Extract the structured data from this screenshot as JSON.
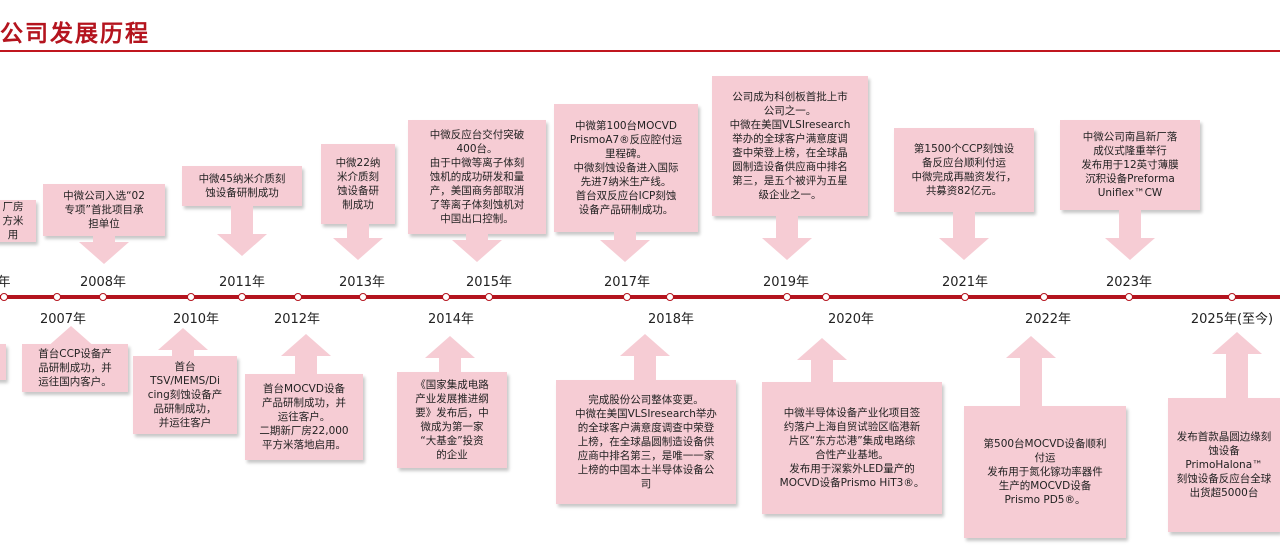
{
  "page": {
    "title": "公司发展历程"
  },
  "timeline": {
    "years_top": [
      "年",
      "2008年",
      "2011年",
      "2013年",
      "2015年",
      "2017年",
      "2019年",
      "2021年",
      "2023年"
    ],
    "years_bottom": [
      "2007年",
      "2010年",
      "2012年",
      "2014年",
      "2018年",
      "2020年",
      "2022年",
      "2025年(至今)"
    ]
  },
  "events_top": [
    {
      "year": "年",
      "text": "厂房\n方米\n用"
    },
    {
      "year": "2008年",
      "text": "中微公司入选“02\n专项”首批项目承\n担单位"
    },
    {
      "year": "2011年",
      "text": "中微45纳米介质刻\n蚀设备研制成功"
    },
    {
      "year": "2013年",
      "text": "中微22纳\n米介质刻\n蚀设备研\n制成功"
    },
    {
      "year": "2015年",
      "text": "中微反应台交付突破\n400台。\n由于中微等离子体刻\n蚀机的成功研发和量\n产，美国商务部取消\n了等离子体刻蚀机对\n中国出口控制。"
    },
    {
      "year": "2017年",
      "text": "中微第100台MOCVD\nPrismoA7®反应腔付运\n里程碑。\n中微刻蚀设备进入国际\n先进7纳米生产线。\n首台双反应台ICP刻蚀\n设备产品研制成功。"
    },
    {
      "year": "2019年",
      "text": "公司成为科创板首批上市\n公司之一。\n中微在美国VLSIresearch\n举办的全球客户满意度调\n查中荣登上榜，在全球晶\n圆制造设备供应商中排名\n第三，是五个被评为五星\n级企业之一。"
    },
    {
      "year": "2021年",
      "text": "第1500个CCP刻蚀设\n备反应台顺利付运\n中微完成再融资发行，\n共募资82亿元。"
    },
    {
      "year": "2023年",
      "text": "中微公司南昌新厂落\n成仪式隆重举行\n发布用于12英寸薄膜\n沉积设备Preforma\nUniflex™CW"
    }
  ],
  "events_bottom": [
    {
      "year": "2007年",
      "text": "首台CCP设备产\n品研制成功，并\n运往国内客户。"
    },
    {
      "year": "2010年",
      "text": "首台\nTSV/MEMS/Di\ncing刻蚀设备产\n品研制成功，\n并运往客户"
    },
    {
      "year": "2012年",
      "text": "首台MOCVD设备\n产品研制成功，并\n运往客户。\n二期新厂房22,000\n平方米落地启用。"
    },
    {
      "year": "2014年",
      "text": "《国家集成电路\n产业发展推进纲\n要》发布后，中\n微成为第一家\n“大基金”投资\n的企业"
    },
    {
      "year": "2018年",
      "text": "完成股份公司整体变更。\n中微在美国VLSIresearch举办\n的全球客户满意度调查中荣登\n上榜，在全球晶圆制造设备供\n应商中排名第三，是唯一一家\n上榜的中国本土半导体设备公\n司"
    },
    {
      "year": "2020年",
      "text": "中微半导体设备产业化项目签\n约落户上海自贸试验区临港新\n片区“东方芯港”集成电路综\n合性产业基地。\n发布用于深紫外LED量产的\nMOCVD设备Prismo HiT3®。"
    },
    {
      "year": "2022年",
      "text": "第500台MOCVD设备顺利\n付运\n发布用于氮化镓功率器件\n生产的MOCVD设备\nPrismo PD5®。"
    },
    {
      "year": "2025年(至今)",
      "text": "发布首款晶圆边缘刻\n蚀设备\nPrimoHalona™\n刻蚀设备反应台全球\n出货超5000台"
    }
  ],
  "colors": {
    "accent": "#b4141e",
    "box_fill": "#f6ccd4"
  }
}
